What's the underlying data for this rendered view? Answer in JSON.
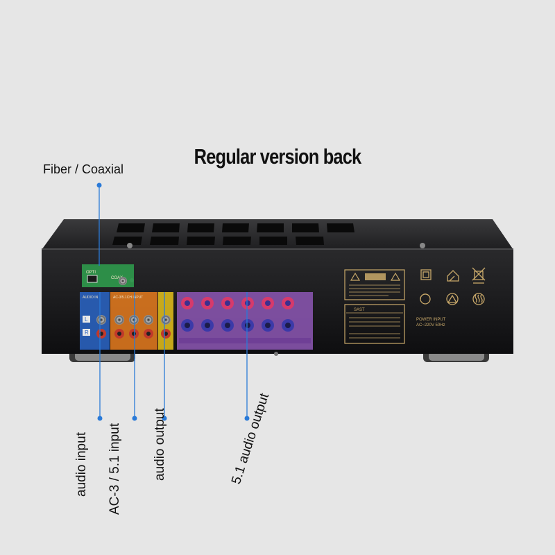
{
  "title": "Regular version back",
  "callouts": {
    "fiber_coaxial": "Fiber / Coaxial",
    "audio_input": "audio input",
    "ac3_input": "AC-3 / 5.1 input",
    "audio_output": "audio output",
    "surround_output": "5.1 audio output"
  },
  "panel_text": {
    "opt": "OPTI",
    "coax": "COAX",
    "audio_in": "AUDIO IN",
    "ac3_in": "AC-3/5.1CH INPUT",
    "l": "L",
    "r": "R",
    "brand": "SAST",
    "power_input": "POWER INPUT",
    "power_spec": "AC~220V  50Hz"
  },
  "colors": {
    "background": "#e6e6e6",
    "chassis": "#1c1c1e",
    "callout_line": "#2a7ad8",
    "opt_module": "#2f9a4c",
    "input_module": "#2a63c2",
    "ac3_module": "#e87d1e",
    "out_module": "#e6c21b",
    "speaker_module": "#8a55b0",
    "gold_print": "#c9a96a"
  },
  "icons": [
    "warning-label",
    "class2-icon",
    "indoor-use-icon",
    "weee-bin-icon",
    "recycle-icon",
    "ventilation-icon",
    "heat-icon"
  ]
}
